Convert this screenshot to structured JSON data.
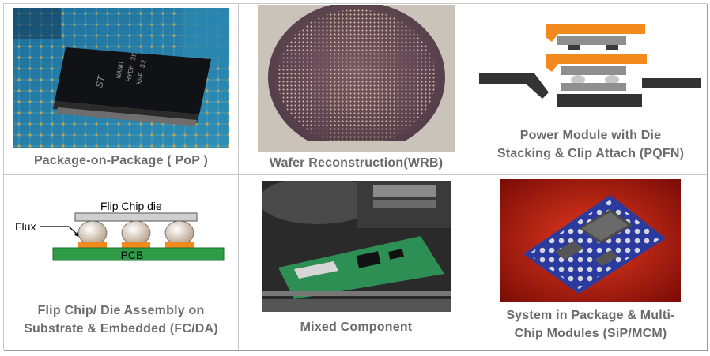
{
  "cells": [
    {
      "caption_lines": [
        "Package-on-Package ( PoP )"
      ]
    },
    {
      "caption_lines": [
        "Wafer Reconstruction(WRB)"
      ]
    },
    {
      "caption_lines": [
        "Power Module with Die",
        "Stacking & Clip Attach (PQFN)"
      ]
    },
    {
      "caption_lines": [
        "Flip Chip/ Die Assembly on",
        "Substrate & Embedded (FC/DA)"
      ]
    },
    {
      "caption_lines": [
        "Mixed Component"
      ]
    },
    {
      "caption_lines": [
        "System in Package & Multi-",
        "Chip Modules (SiP/MCM)"
      ]
    }
  ],
  "diagram_fc": {
    "die_label": "Flip Chip die",
    "flux_label": "Flux",
    "pcb_label": "PCB"
  },
  "chip_marking": [
    "NAND",
    "HYEH 3K",
    "K9F 32"
  ],
  "colors": {
    "caption": "#6b6b6b",
    "pcb_green": "#2e9b46",
    "clip_orange": "#f28a1e",
    "leadframe_dark": "#333333",
    "die_gray": "#8f8f8f",
    "sip_red": "#c81d12",
    "sip_blue": "#2b3a9e"
  }
}
